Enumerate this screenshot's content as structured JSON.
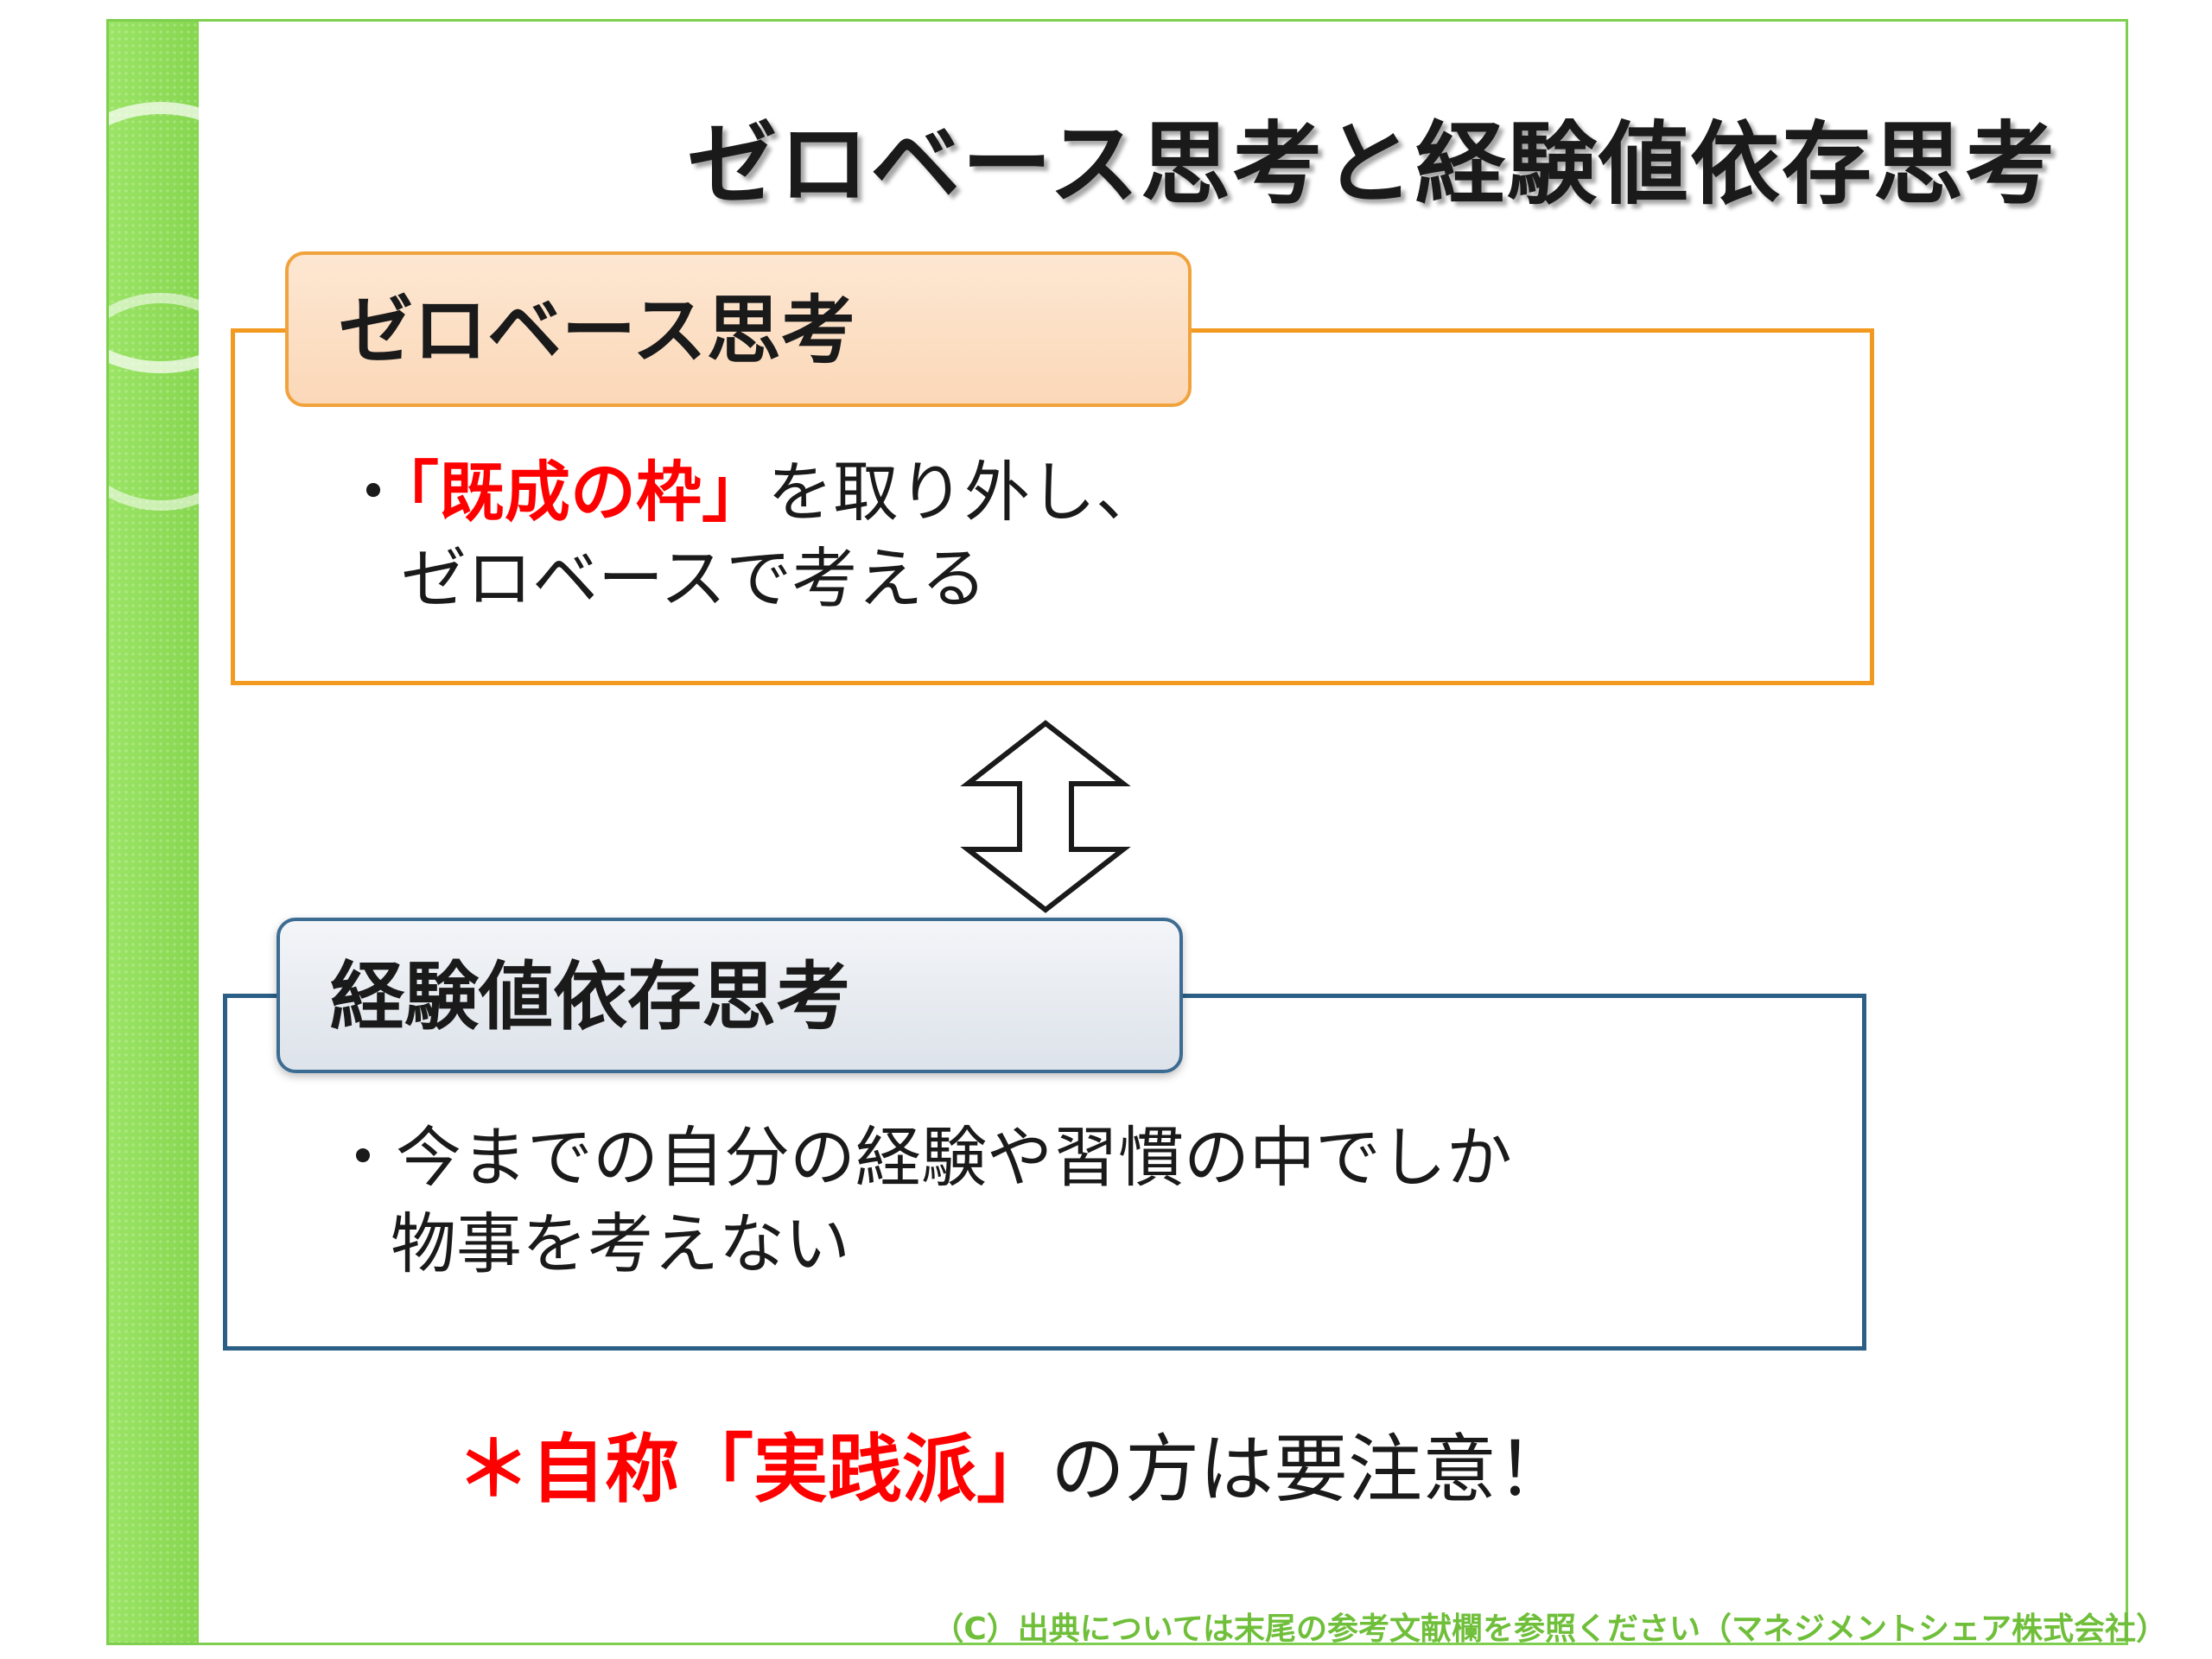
{
  "title": "ゼロベース思考と経験値依存思考",
  "zero_base": {
    "heading": "ゼロベース思考",
    "bullet": "・",
    "line1_red": "「既成の枠」",
    "line1_rest": "を取り外し、",
    "line2": "ゼロベースで考える"
  },
  "experience": {
    "heading": "経験値依存思考",
    "bullet": "・",
    "line1": "今までの自分の経験や習慣の中でしか",
    "line2": "物事を考えない"
  },
  "warning": {
    "red_part": "＊自称「実践派」",
    "rest": "の方は要注意！"
  },
  "footer": "（C）出典については末尾の参考文献欄を参照ください（マネジメントシェア株式会社）",
  "colors": {
    "accent_green": "#8fdc5a",
    "orange": "#f29a1f",
    "navy": "#2b5f86",
    "red": "#ff0000"
  },
  "icons": {
    "arrow": "double-vertical-arrow-icon"
  }
}
